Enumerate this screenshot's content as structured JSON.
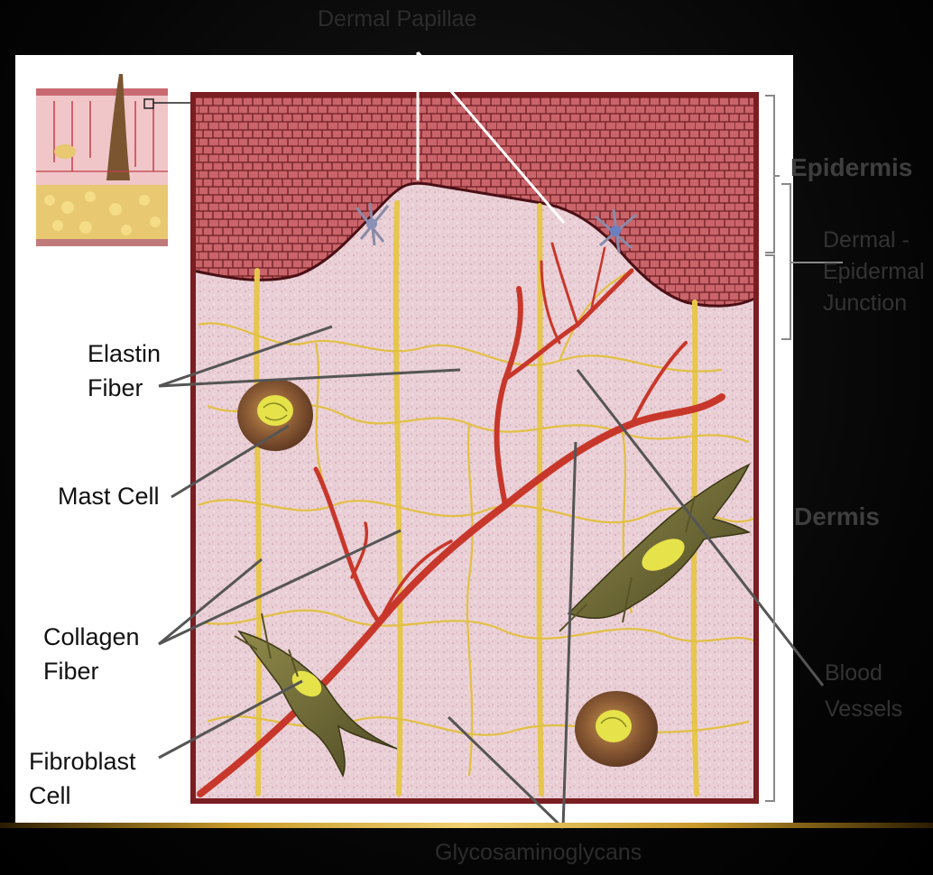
{
  "title": "Dermal Papillae",
  "labels": {
    "epidermis": "Epidermis",
    "junction_line1": "Dermal -",
    "junction_line2": "Epidermal",
    "junction_line3": "Junction",
    "dermis": "Dermis",
    "blood_vessels_line1": "Blood",
    "blood_vessels_line2": "Vessels",
    "elastin_line1": "Elastin",
    "elastin_line2": "Fiber",
    "mast_cell": "Mast Cell",
    "collagen_line1": "Collagen",
    "collagen_line2": "Fiber",
    "fibroblast_line1": "Fibroblast",
    "fibroblast_line2": "Cell",
    "gag": "Glycosaminoglycans"
  },
  "colors": {
    "epidermis": "#c9646a",
    "cell_border": "#6e1e22",
    "dermis": "#ead0d6",
    "collagen": "#e6c64c",
    "vessel": "#c8372b",
    "gold_accent": "#d9aa3a"
  }
}
